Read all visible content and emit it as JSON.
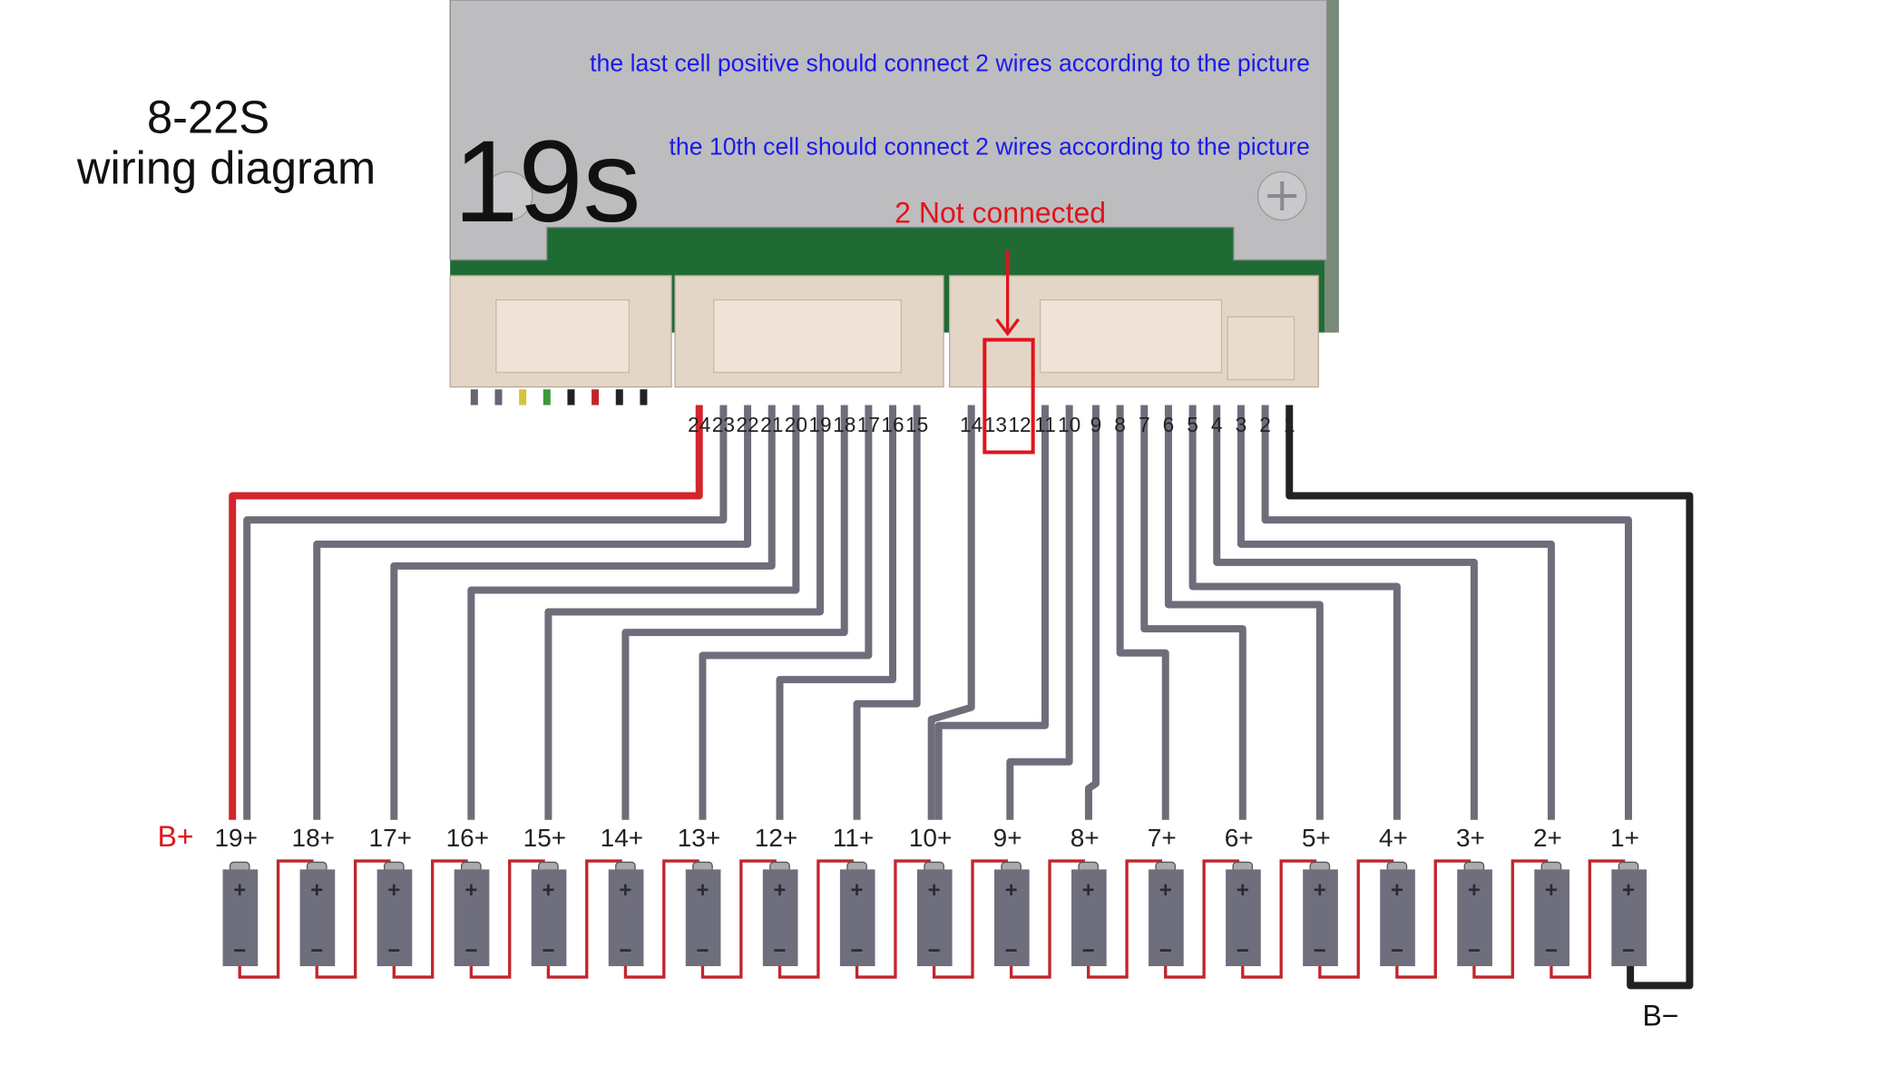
{
  "title": {
    "line1": "8-22S",
    "line2": "wiring diagram"
  },
  "series_label": "19s",
  "notes": {
    "last_cell": "the last cell positive should connect 2 wires according to the picture",
    "tenth_cell": "the 10th cell should connect 2 wires according to the picture",
    "not_connected": "2 Not connected"
  },
  "pins": [
    "24",
    "23",
    "22",
    "21",
    "20",
    "19",
    "18",
    "17",
    "16",
    "15",
    "14",
    "13",
    "12",
    "11",
    "10",
    "9",
    "8",
    "7",
    "6",
    "5",
    "4",
    "3",
    "2",
    "1"
  ],
  "cells": [
    "19+",
    "18+",
    "17+",
    "16+",
    "15+",
    "14+",
    "13+",
    "12+",
    "11+",
    "10+",
    "9+",
    "8+",
    "7+",
    "6+",
    "5+",
    "4+",
    "3+",
    "2+",
    "1+"
  ],
  "cell_plus": "+",
  "cell_minus": "−",
  "b_plus": "B+",
  "b_minus": "B−",
  "colors": {
    "note": "#1a1aee",
    "warn": "#e0141c",
    "wire_gray": "#6e6d7a",
    "wire_red": "#d0262c",
    "wire_black": "#222222",
    "pcb": "#1f6b34",
    "plate": "#b9b9bb",
    "connector": "#e6d8c8",
    "cell": "#6f6e7c"
  }
}
